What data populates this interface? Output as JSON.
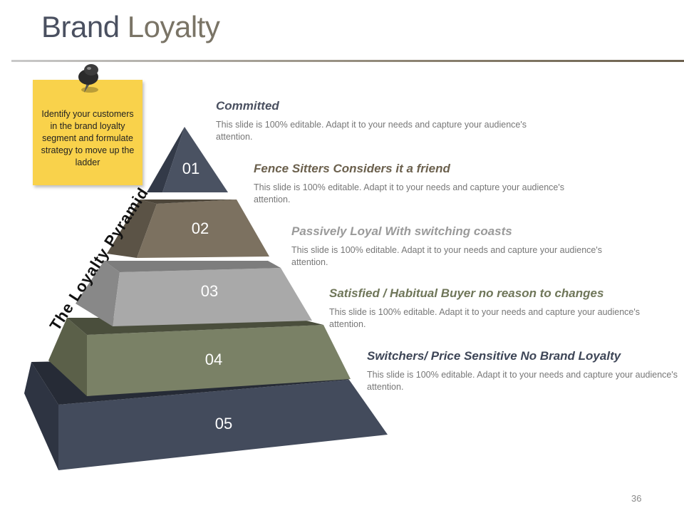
{
  "slide": {
    "title_part1": "Brand",
    "title_part2": "Loyalty",
    "page_number": "36"
  },
  "note": {
    "text": "Identify your customers in the brand loyalty segment and formulate strategy to move up the ladder"
  },
  "pyramid": {
    "vertical_label": "The Loyalty Pyramid",
    "tiers": [
      {
        "number": "01",
        "title": "Committed",
        "description": "This slide is 100% editable. Adapt it to your needs and capture your audience's attention."
      },
      {
        "number": "02",
        "title": "Fence Sitters Considers it a friend",
        "description": "This slide is 100% editable. Adapt it to your needs and capture your audience's attention."
      },
      {
        "number": "03",
        "title": "Passively Loyal With switching coasts",
        "description": "This slide is 100% editable. Adapt it to your needs and capture your audience's attention."
      },
      {
        "number": "04",
        "title": "Satisfied / Habitual Buyer no reason to changes",
        "description": "This slide is 100% editable. Adapt it to your needs and capture your audience's attention."
      },
      {
        "number": "05",
        "title": "Switchers/ Price Sensitive No Brand Loyalty",
        "description": "This slide is 100% editable. Adapt it to your needs and capture your audience's attention."
      }
    ]
  },
  "colors": {
    "tier_01": "#4a5262",
    "tier_02": "#7c7160",
    "tier_03": "#a9a9a9",
    "tier_04": "#7a8166",
    "tier_05": "#434b5c",
    "note": "#f9d24b",
    "title_tier_01": "#4a5060",
    "title_tier_02": "#6b604d",
    "title_tier_03": "#9a9a9a",
    "title_tier_04": "#6f7659",
    "title_tier_05": "#3e4657"
  }
}
